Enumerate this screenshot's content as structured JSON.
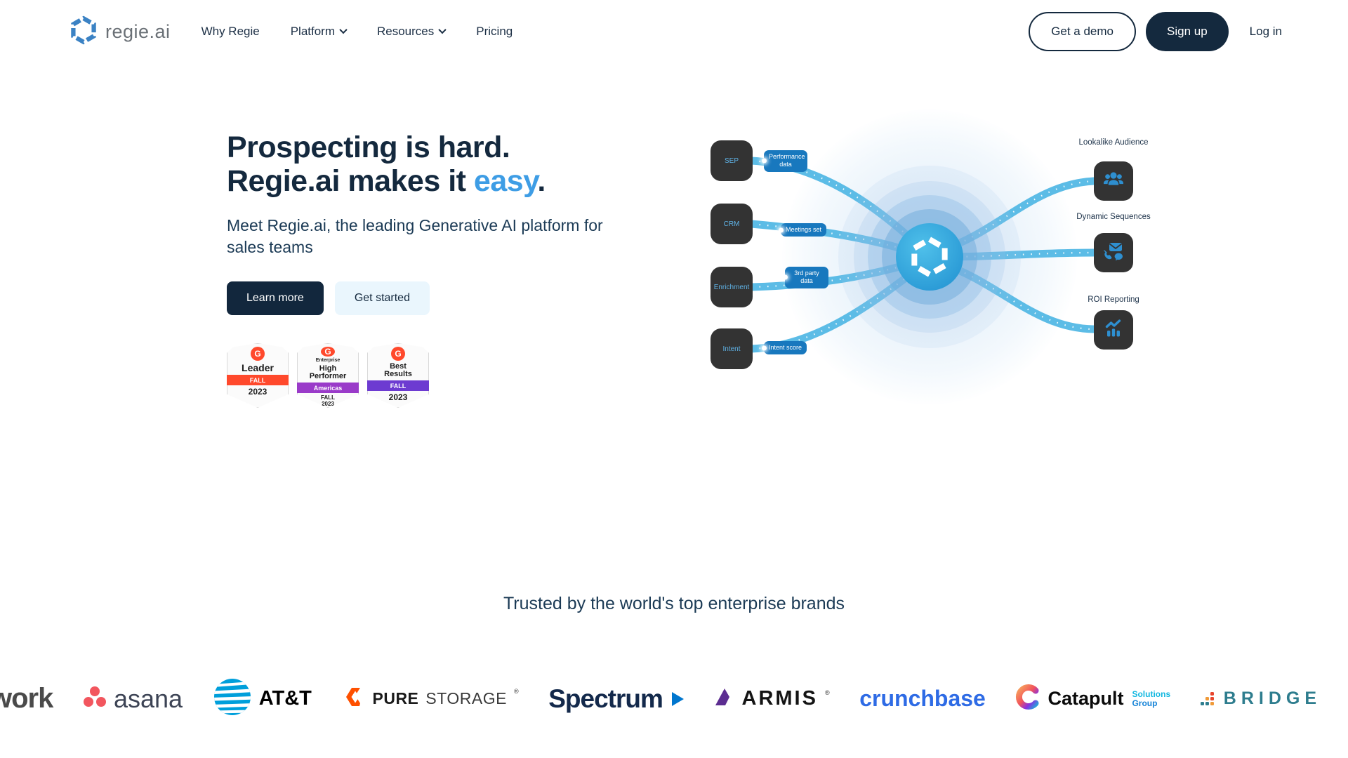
{
  "header": {
    "brand": "regie.ai",
    "nav": [
      {
        "label": "Why Regie",
        "has_dropdown": false
      },
      {
        "label": "Platform",
        "has_dropdown": true
      },
      {
        "label": "Resources",
        "has_dropdown": true
      },
      {
        "label": "Pricing",
        "has_dropdown": false
      }
    ],
    "get_demo": "Get a demo",
    "sign_up": "Sign up",
    "log_in": "Log in"
  },
  "hero": {
    "heading_line1": "Prospecting is hard.",
    "heading_line2": "Regie.ai makes it ",
    "heading_highlight": "easy",
    "heading_period": ".",
    "subtitle": "Meet Regie.ai, the leading Generative AI platform for sales teams",
    "learn_more": "Learn more",
    "get_started": "Get started"
  },
  "badges": [
    {
      "g": "G",
      "title": "Leader",
      "ribbon": "FALL",
      "footer": "2023"
    },
    {
      "g": "G",
      "pre": "Enterprise",
      "title": "High Performer",
      "ribbon": "Americas",
      "footer": "FALL 2023"
    },
    {
      "g": "G",
      "title": "Best Results",
      "ribbon": "FALL",
      "footer": "2023"
    }
  ],
  "diagram": {
    "sources": [
      {
        "label": "SEP"
      },
      {
        "label": "CRM"
      },
      {
        "label": "Enrichment"
      },
      {
        "label": "Intent"
      }
    ],
    "pills": [
      {
        "label": "Performance data"
      },
      {
        "label": "Meetings set"
      },
      {
        "label": "3rd party data"
      },
      {
        "label": "Intent score"
      }
    ],
    "outputs": [
      {
        "label": "Lookalike Audience"
      },
      {
        "label": "Dynamic Sequences"
      },
      {
        "label": "ROI Reporting"
      }
    ]
  },
  "trusted_heading": "Trusted by the world's top enterprise brands",
  "brands": [
    {
      "name": "work"
    },
    {
      "name": "asana"
    },
    {
      "name": "AT&T"
    },
    {
      "name": "PURE",
      "name2": "STORAGE",
      "reg": "®"
    },
    {
      "name": "Spectrum"
    },
    {
      "name": "ARMIS",
      "reg": "®"
    },
    {
      "name": "crunchbase"
    },
    {
      "name": "Catapult",
      "sub1": "Solutions",
      "sub2": "Group"
    },
    {
      "name": "BRIDGE"
    }
  ],
  "colors": {
    "accent_blue": "#3E9DE5",
    "dark_navy": "#14293E",
    "diagram_pill_blue": "#1878BE",
    "diagram_line_blue": "#5CBCE6",
    "g2_ribbon_orange": "#FF492C",
    "g2_ribbon_purple": "#9A3BC9",
    "g2_ribbon_violet": "#6D3BD1"
  }
}
